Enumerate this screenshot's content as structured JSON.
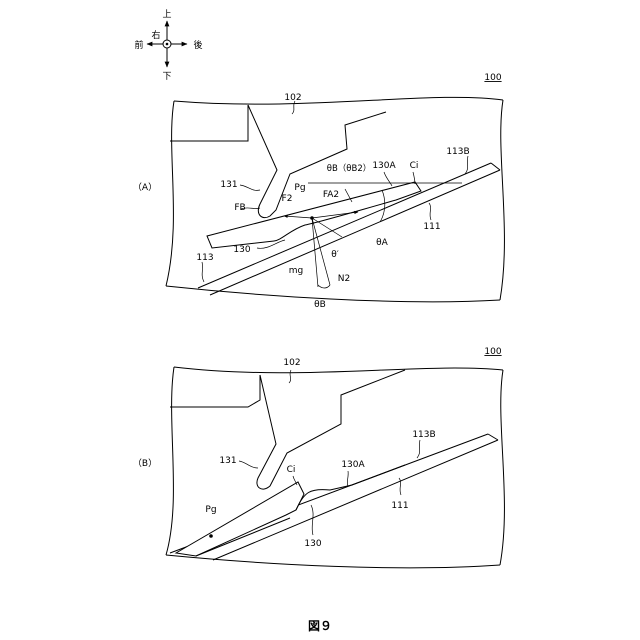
{
  "compass": {
    "up": "上",
    "down": "下",
    "front": "前",
    "back": "後",
    "right": "右"
  },
  "figure_label": "図９",
  "panel_a": {
    "label": "（A）",
    "ref_assembly": "100",
    "ref_102": "102",
    "ref_113B": "113B",
    "ref_111": "111",
    "ref_113": "113",
    "ref_131": "131",
    "ref_130": "130",
    "ref_130A": "130A",
    "ref_Ci": "Ci",
    "ref_Pg": "Pg",
    "ref_FB": "FB",
    "ref_F2": "F2",
    "ref_FA2": "FA2",
    "ref_mg": "mg",
    "ref_N2": "N2",
    "ref_thetaB_top": "θB（θB2）",
    "ref_thetaA": "θA",
    "ref_thetaPrime": "θ′",
    "ref_thetaB_bottom": "θB"
  },
  "panel_b": {
    "label": "（B）",
    "ref_assembly": "100",
    "ref_102": "102",
    "ref_113B": "113B",
    "ref_111": "111",
    "ref_131": "131",
    "ref_130": "130",
    "ref_130A": "130A",
    "ref_Ci": "Ci",
    "ref_Pg": "Pg"
  }
}
